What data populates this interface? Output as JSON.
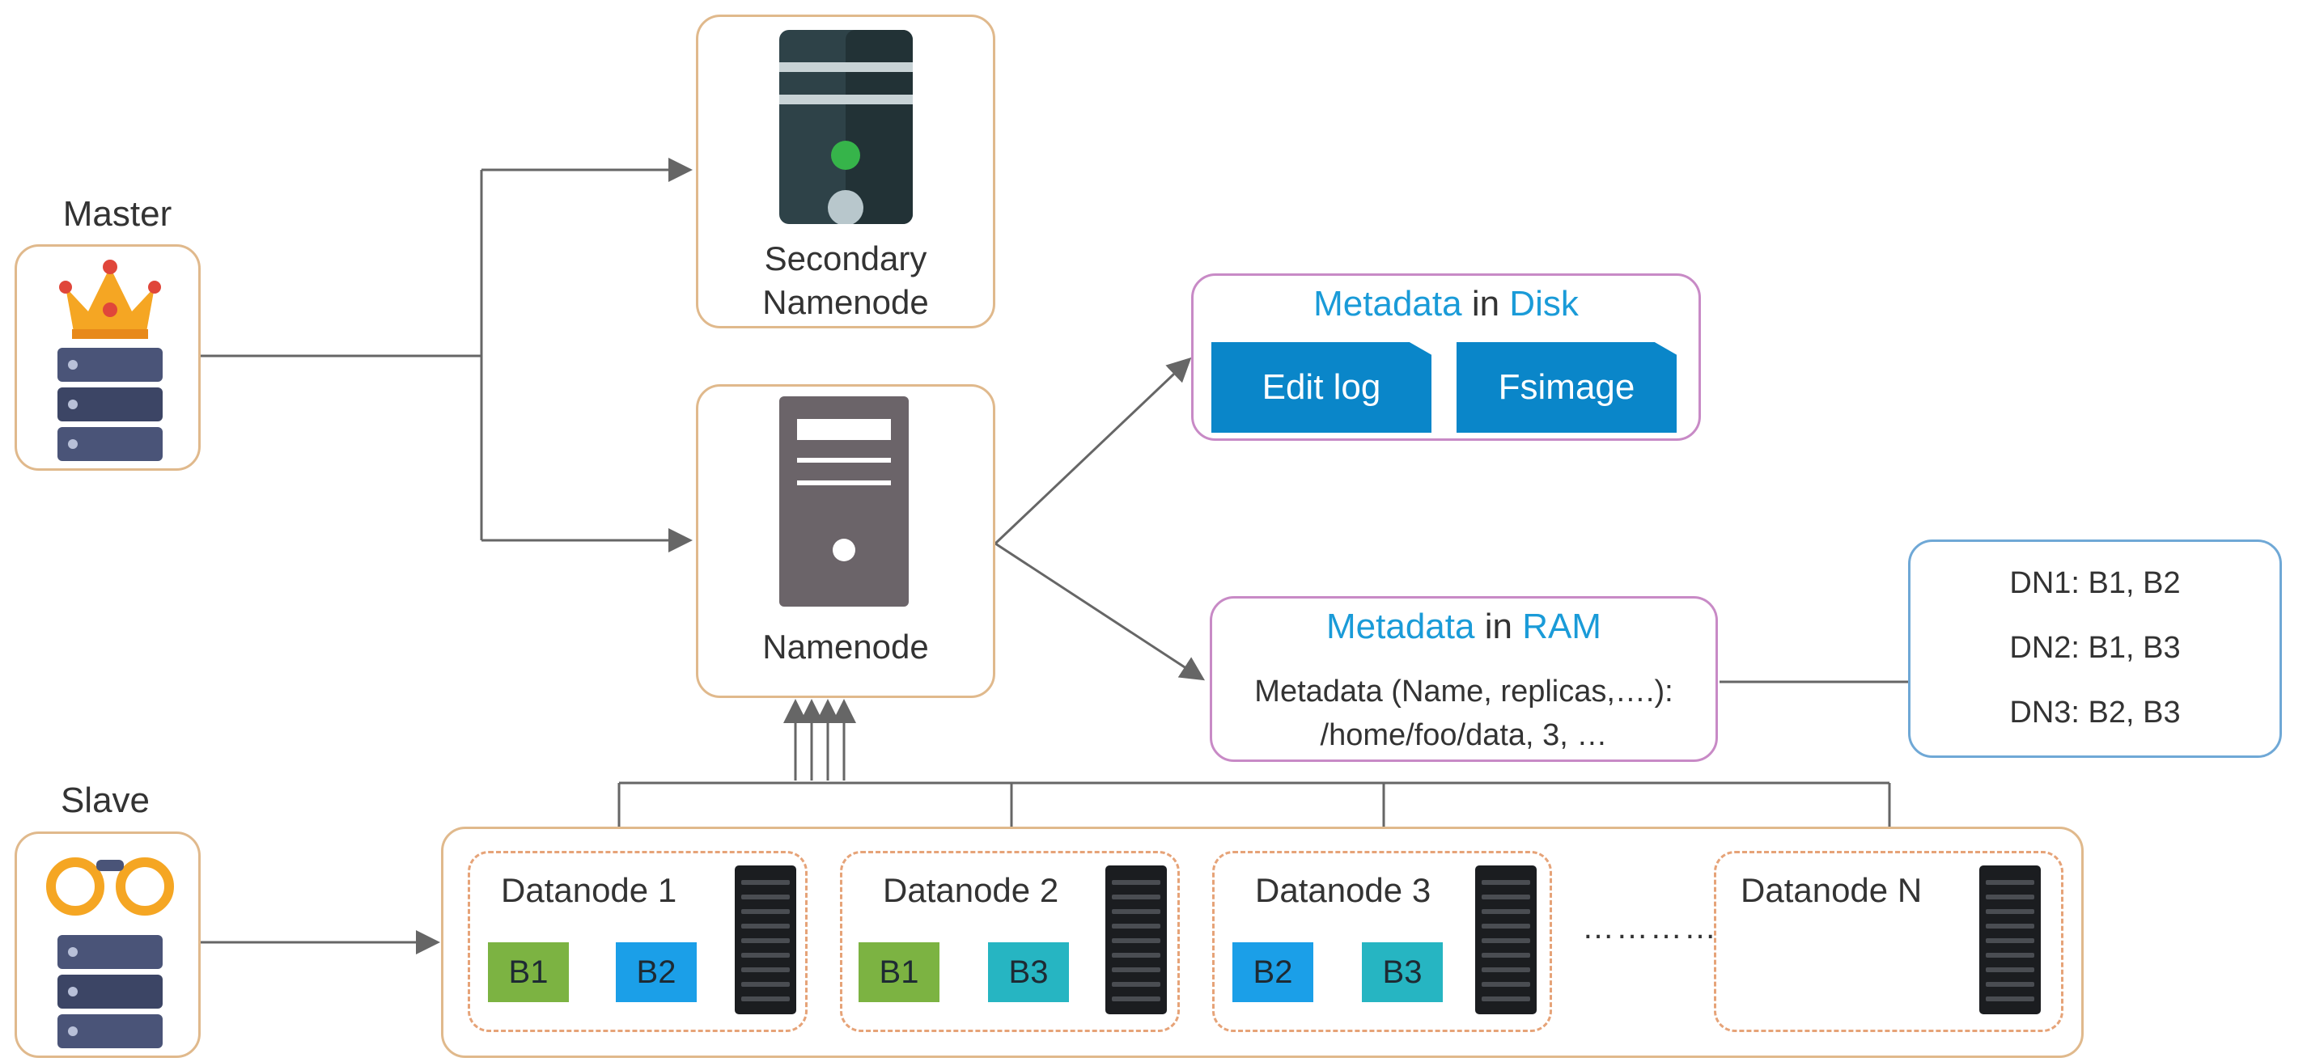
{
  "master": {
    "label": "Master"
  },
  "slave": {
    "label": "Slave"
  },
  "secondary_namenode": {
    "label_line1": "Secondary",
    "label_line2": "Namenode"
  },
  "namenode": {
    "label": "Namenode"
  },
  "metadata_disk": {
    "title_part1": "Metadata",
    "title_part2": " in ",
    "title_part3": "Disk",
    "files": [
      "Edit log",
      "Fsimage"
    ]
  },
  "metadata_ram": {
    "title_part1": "Metadata",
    "title_part2": " in ",
    "title_part3": "RAM",
    "line1": "Metadata (Name, replicas,….):",
    "line2": "/home/foo/data, 3, …"
  },
  "block_map": [
    "DN1: B1, B2",
    "DN2: B1, B3",
    "DN3: B2, B3"
  ],
  "datanodes": [
    {
      "label": "Datanode 1",
      "blocks": [
        "B1",
        "B2"
      ]
    },
    {
      "label": "Datanode 2",
      "blocks": [
        "B1",
        "B3"
      ]
    },
    {
      "label": "Datanode 3",
      "blocks": [
        "B2",
        "B3"
      ]
    },
    {
      "label": "Datanode N",
      "blocks": []
    }
  ],
  "ellipsis": "…………",
  "colors": {
    "block_B1": "#7cb342",
    "block_B2": "#1b9fe8",
    "block_B3": "#26b5c2",
    "file_blue": "#0a86c9",
    "highlight": "#1a9bd8"
  }
}
